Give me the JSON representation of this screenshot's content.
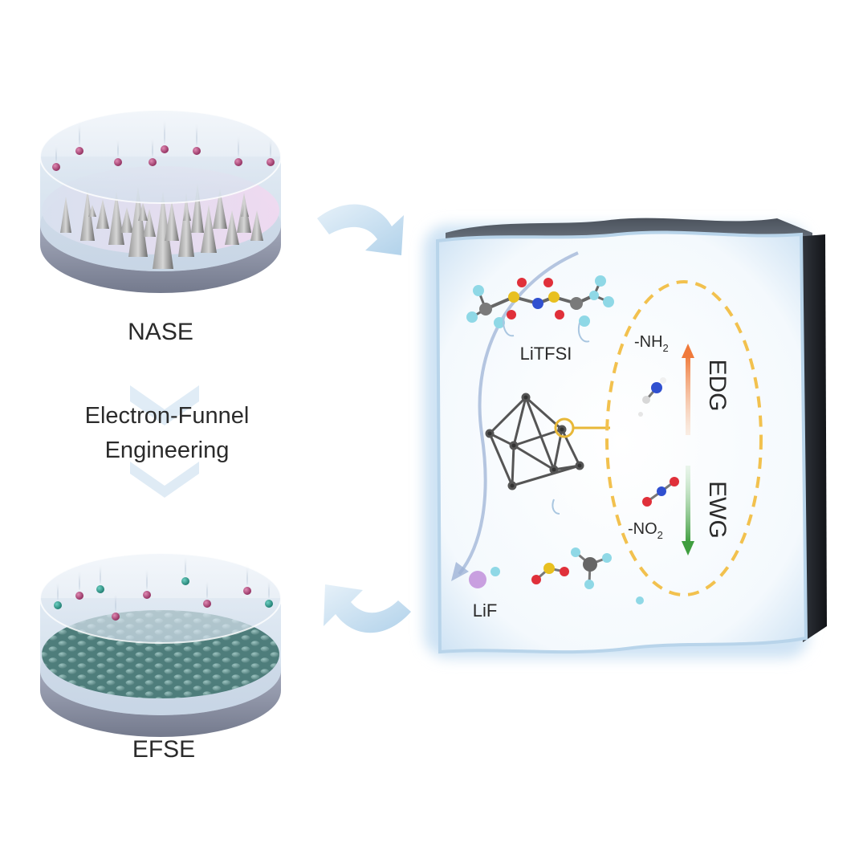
{
  "labels": {
    "nase": "NASE",
    "efse": "EFSE",
    "process_line1": "Electron-Funnel",
    "process_line2": "Engineering",
    "litfsi": "LiTFSI",
    "lif": "LiF",
    "nh2_prefix": "-NH",
    "nh2_sub": "2",
    "no2_prefix": "-NO",
    "no2_sub": "2",
    "edg": "EDG",
    "ewg": "EWG"
  },
  "colors": {
    "cylinder_top": "#dfe8f2",
    "cylinder_base": "#8d93a6",
    "nase_floor": "#ead9ee",
    "efse_floor": "#5f8c8a",
    "block_glow": "#cfe3f4",
    "arrow_fill": "#b9d6ec",
    "dashed_ellipse": "#f2c14e",
    "edg_arrow": "#f08a4b",
    "ewg_arrow": "#4caa4c",
    "li_ion": "#b44a7a",
    "teal_ion": "#2f9c8e",
    "fluorine": "#8fd8e6",
    "oxygen": "#e0303a",
    "nitrogen": "#3050d0",
    "sulfur": "#e8c020",
    "carbon": "#707070",
    "lithium_lif": "#c9a0e0",
    "icons": [
      "curved-arrow-icon",
      "chevron-down-icon",
      "octahedron-icon"
    ]
  }
}
